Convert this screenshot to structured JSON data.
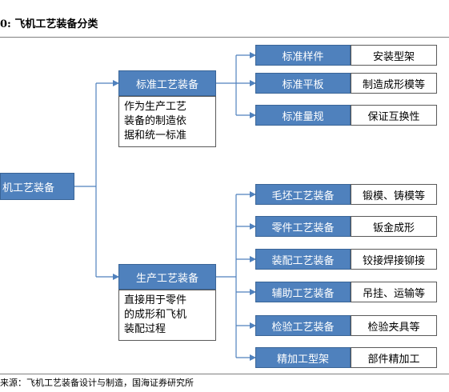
{
  "title": "0: 飞机工艺装备分类",
  "root": "机工艺装备",
  "groups": [
    {
      "label": "标准工艺装备",
      "desc": [
        "作为生产工艺",
        "装备的制造依",
        "据和统一标准"
      ],
      "items": [
        {
          "name": "标准样件",
          "detail": "安装型架"
        },
        {
          "name": "标准平板",
          "detail": "制造成形模等"
        },
        {
          "name": "标准量规",
          "detail": "保证互换性"
        }
      ]
    },
    {
      "label": "生产工艺装备",
      "desc": [
        "直接用于零件",
        "的成形和飞机",
        "装配过程"
      ],
      "items": [
        {
          "name": "毛坯工艺装备",
          "detail": "锻模、铸模等"
        },
        {
          "name": "零件工艺装备",
          "detail": "钣金成形"
        },
        {
          "name": "装配工艺装备",
          "detail": "铰接焊接铆接"
        },
        {
          "name": "辅助工艺装备",
          "detail": "吊挂、运输等"
        },
        {
          "name": "检验工艺装备",
          "detail": "检验夹具等"
        },
        {
          "name": "精加工型架",
          "detail": "部件精加工"
        }
      ]
    }
  ],
  "source": "来源：飞机工艺装备设计与制造，国海证券研究所",
  "colors": {
    "box_fill": "#4f81bd",
    "line": "#4f81bd"
  }
}
